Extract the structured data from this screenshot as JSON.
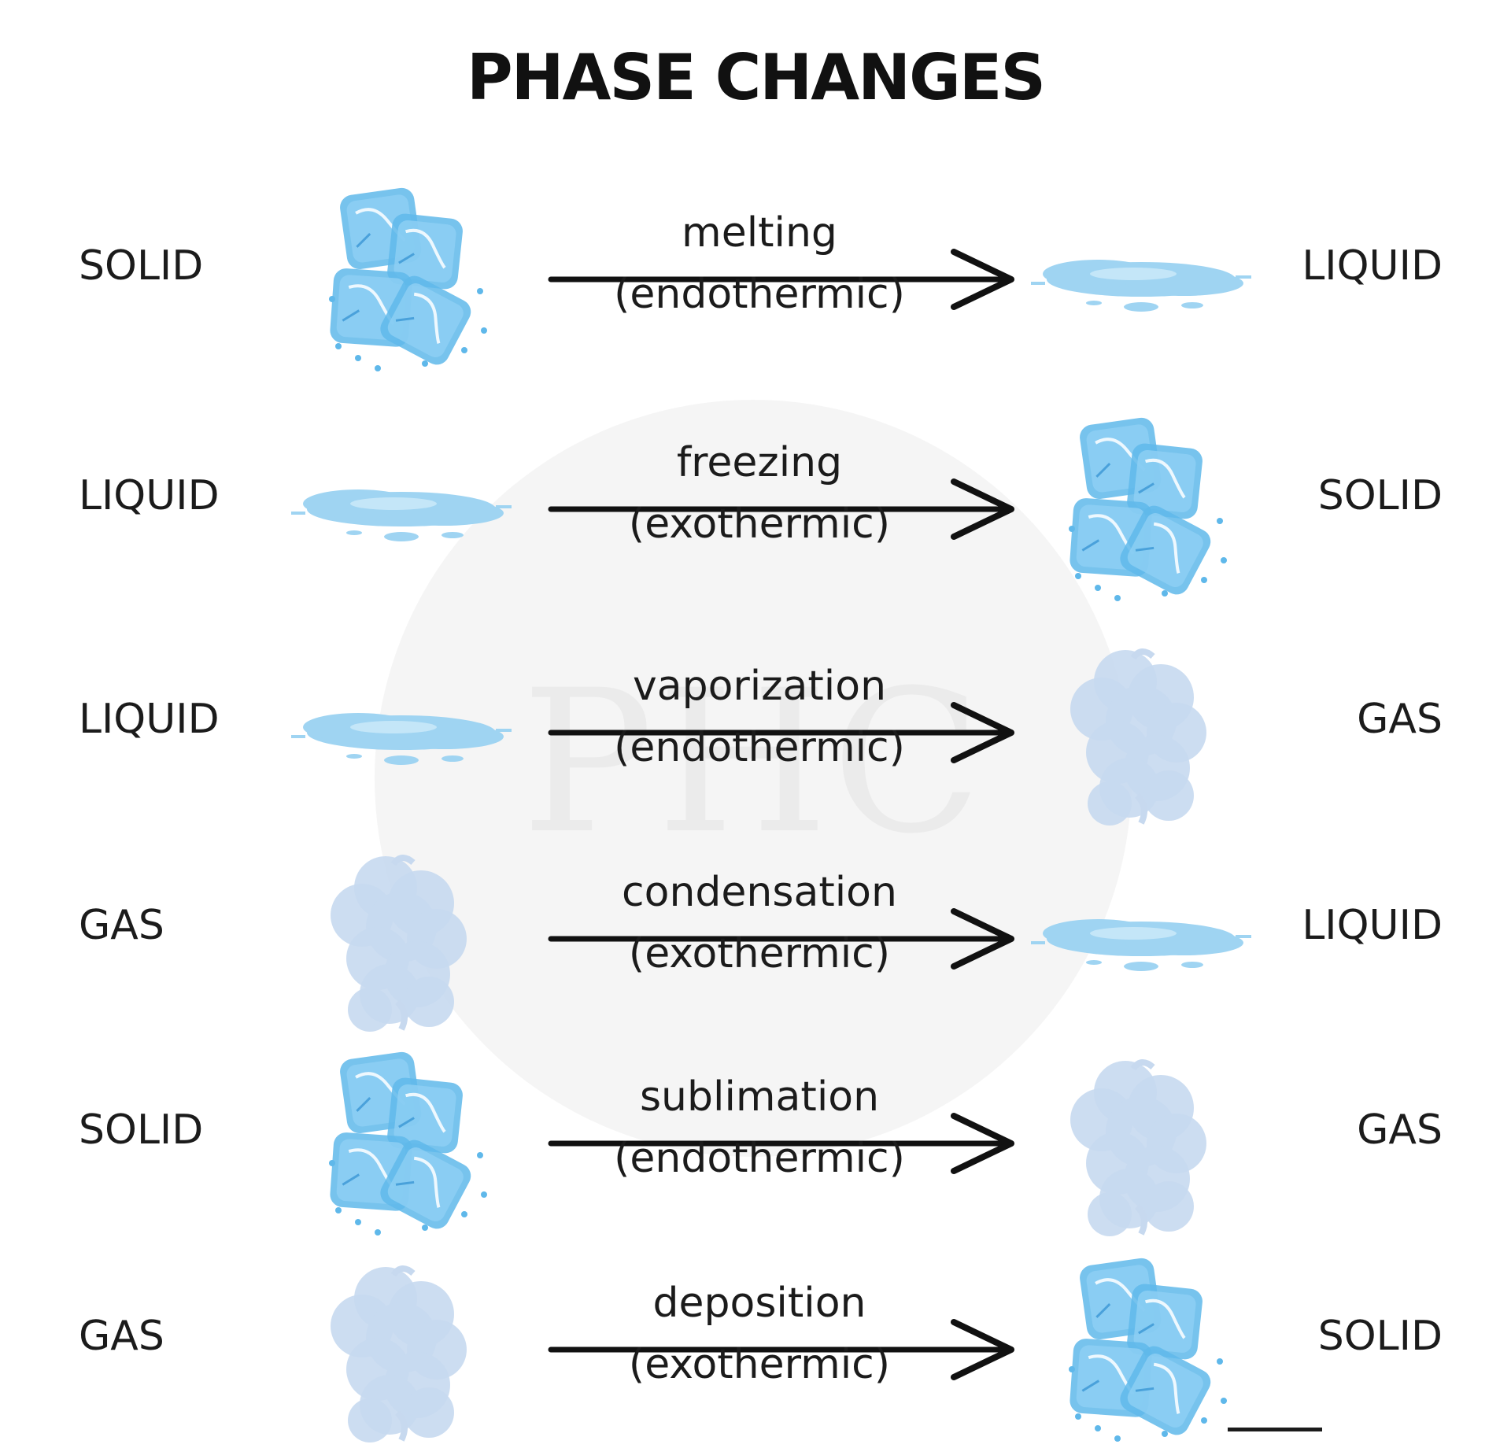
{
  "title": "PHASE CHANGES",
  "watermark_text": "PHC",
  "colors": {
    "ice": "#5fb8ea",
    "water": "#9fd4f2",
    "gas": "#c7d9ef",
    "arrow": "#111111",
    "watermark": "#f5f5f5"
  },
  "transitions": [
    {
      "from": "SOLID",
      "process": "melting",
      "energy": "(endothermic)",
      "to": "LIQUID",
      "from_icon": "ice-cubes-icon",
      "to_icon": "water-puddle-icon"
    },
    {
      "from": "LIQUID",
      "process": "freezing",
      "energy": "(exothermic)",
      "to": "SOLID",
      "from_icon": "water-puddle-icon",
      "to_icon": "ice-cubes-icon"
    },
    {
      "from": "LIQUID",
      "process": "vaporization",
      "energy": "(endothermic)",
      "to": "GAS",
      "from_icon": "water-puddle-icon",
      "to_icon": "gas-cloud-icon"
    },
    {
      "from": "GAS",
      "process": "condensation",
      "energy": "(exothermic)",
      "to": "LIQUID",
      "from_icon": "gas-cloud-icon",
      "to_icon": "water-puddle-icon"
    },
    {
      "from": "SOLID",
      "process": "sublimation",
      "energy": "(endothermic)",
      "to": "GAS",
      "from_icon": "ice-cubes-icon",
      "to_icon": "gas-cloud-icon"
    },
    {
      "from": "GAS",
      "process": "deposition",
      "energy": "(exothermic)",
      "to": "SOLID",
      "from_icon": "gas-cloud-icon",
      "to_icon": "ice-cubes-icon"
    }
  ]
}
